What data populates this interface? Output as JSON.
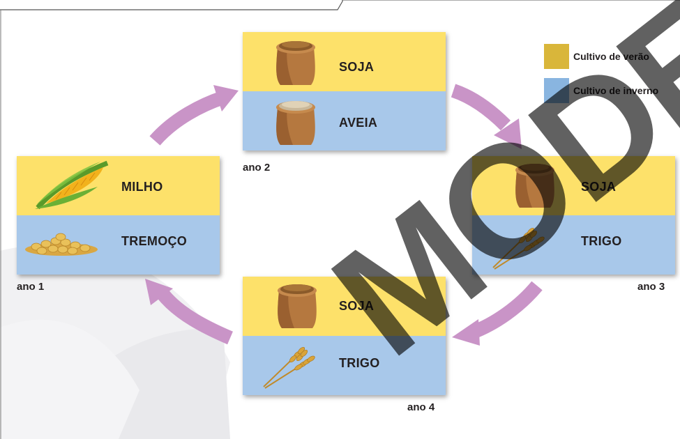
{
  "colors": {
    "summer": "#fde16a",
    "winter": "#a8c8ea",
    "arrow": "#c994c7",
    "legend_summer": "#d9b63a",
    "legend_winter": "#89b5e0"
  },
  "legend": {
    "summer_label": "Cultivo de verão",
    "winter_label": "Cultivo de inverno"
  },
  "years": [
    {
      "year_label": "ano 1",
      "summer_crop": "MILHO",
      "summer_icon": "corn-icon",
      "winter_crop": "TREMOÇO",
      "winter_icon": "lupin-seeds-icon"
    },
    {
      "year_label": "ano 2",
      "summer_crop": "SOJA",
      "summer_icon": "grain-sack-icon",
      "winter_crop": "AVEIA",
      "winter_icon": "grain-sack-icon"
    },
    {
      "year_label": "ano 3",
      "summer_crop": "SOJA",
      "summer_icon": "grain-sack-icon",
      "winter_crop": "TRIGO",
      "winter_icon": "wheat-icon"
    },
    {
      "year_label": "ano 4",
      "summer_crop": "SOJA",
      "summer_icon": "grain-sack-icon",
      "winter_crop": "TRIGO",
      "winter_icon": "wheat-icon"
    }
  ],
  "watermark": "MODERNA"
}
